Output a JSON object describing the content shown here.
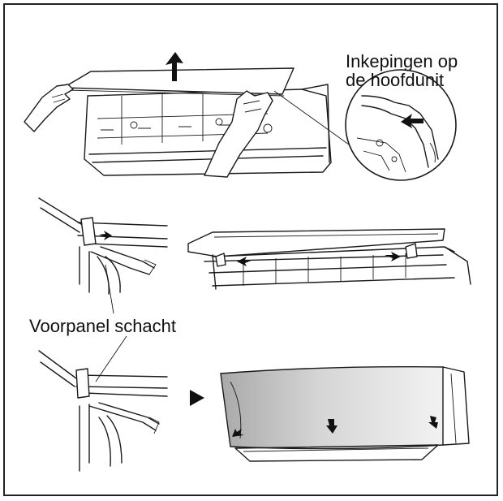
{
  "labels": {
    "notches": "Inkepingen op\nde hoofdunit",
    "notches_line1": "Inkepingen op",
    "notches_line2": "de hoofdunit",
    "shaft": "Voorpanel schacht"
  },
  "icons": [
    "up-arrow-icon",
    "left-arrow-icon",
    "play-triangle-icon",
    "down-arrow-icon"
  ],
  "colors": {
    "line": "#1a1a1a",
    "background": "#ffffff",
    "panel_shade": "#b8b8b8"
  }
}
